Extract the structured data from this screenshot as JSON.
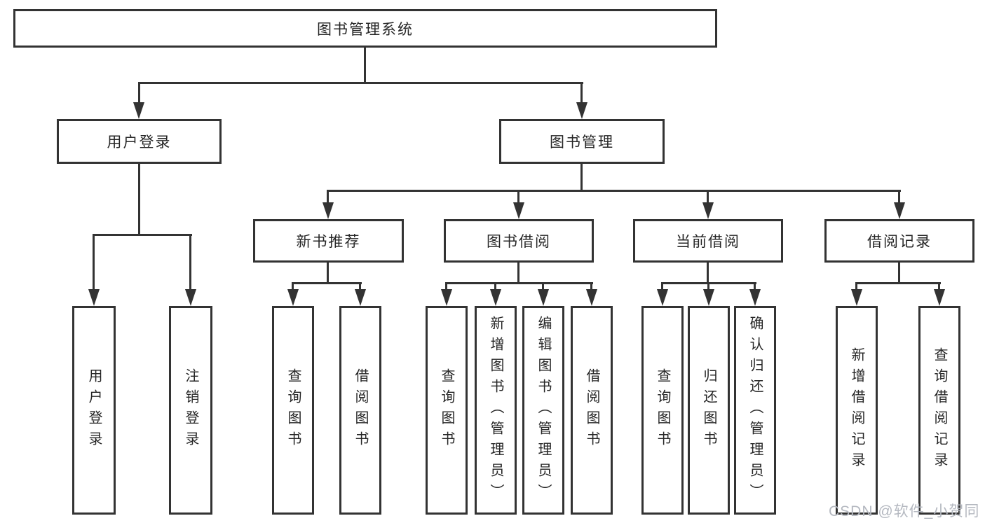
{
  "diagram": {
    "type": "hierarchy-tree",
    "nodes": {
      "root": "图书管理系统",
      "user_login": "用户登录",
      "book_mgmt": "图书管理",
      "new_books": "新书推荐",
      "book_borrow": "图书借阅",
      "current_borrow": "当前借阅",
      "borrow_records": "借阅记录",
      "user_children": [
        "用户登录",
        "注销登录"
      ],
      "new_children": [
        "查询图书",
        "借阅图书"
      ],
      "borrow_children": [
        "查询图书",
        "新增图书（管理员）",
        "编辑图书（管理员）",
        "借阅图书"
      ],
      "current_children": [
        "查询图书",
        "归还图书",
        "确认归还（管理员）"
      ],
      "records_children": [
        "新增借阅记录",
        "查询借阅记录"
      ]
    },
    "edges": [
      [
        "图书管理系统",
        "用户登录"
      ],
      [
        "图书管理系统",
        "图书管理"
      ],
      [
        "用户登录",
        "用户登录"
      ],
      [
        "用户登录",
        "注销登录"
      ],
      [
        "图书管理",
        "新书推荐"
      ],
      [
        "图书管理",
        "图书借阅"
      ],
      [
        "图书管理",
        "当前借阅"
      ],
      [
        "图书管理",
        "借阅记录"
      ],
      [
        "新书推荐",
        "查询图书"
      ],
      [
        "新书推荐",
        "借阅图书"
      ],
      [
        "图书借阅",
        "查询图书"
      ],
      [
        "图书借阅",
        "新增图书（管理员）"
      ],
      [
        "图书借阅",
        "编辑图书（管理员）"
      ],
      [
        "图书借阅",
        "借阅图书"
      ],
      [
        "当前借阅",
        "查询图书"
      ],
      [
        "当前借阅",
        "归还图书"
      ],
      [
        "当前借阅",
        "确认归还（管理员）"
      ],
      [
        "借阅记录",
        "新增借阅记录"
      ],
      [
        "借阅记录",
        "查询借阅记录"
      ]
    ]
  },
  "watermark": {
    "text": "CSDN @软件_小贺同学",
    "color": "#b4b8c0"
  },
  "colors": {
    "line": "#333333",
    "text": "#262626",
    "background": "#ffffff"
  }
}
